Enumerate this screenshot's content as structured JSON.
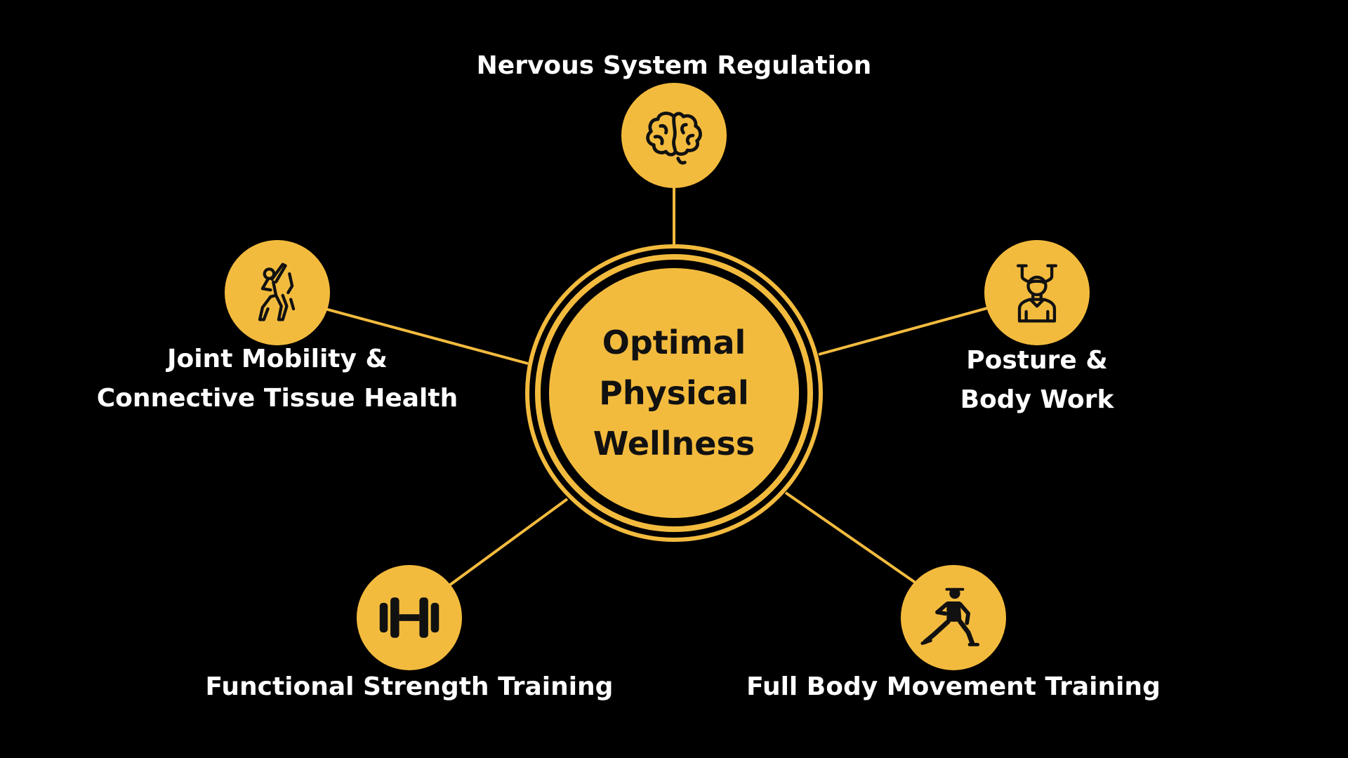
{
  "colors": {
    "background": "#000000",
    "accent": "#f3bb3e",
    "ink": "#111111",
    "label_text": "#ffffff"
  },
  "hub": {
    "lines": [
      "Optimal",
      "Physical",
      "Wellness"
    ]
  },
  "nodes": [
    {
      "key": "nervous",
      "icon": "brain-icon",
      "label_lines": [
        "Nervous System Regulation"
      ]
    },
    {
      "key": "posture",
      "icon": "massage-bodywork-icon",
      "label_lines": [
        "Posture &",
        "Body Work"
      ]
    },
    {
      "key": "fullbody",
      "icon": "martial-arts-stance-icon",
      "label_lines": [
        "Full Body Movement Training"
      ]
    },
    {
      "key": "strength",
      "icon": "dumbbell-icon",
      "label_lines": [
        "Functional Strength Training"
      ]
    },
    {
      "key": "joint",
      "icon": "stretching-person-icon",
      "label_lines": [
        "Joint Mobility &",
        "Connective Tissue Health"
      ]
    }
  ]
}
